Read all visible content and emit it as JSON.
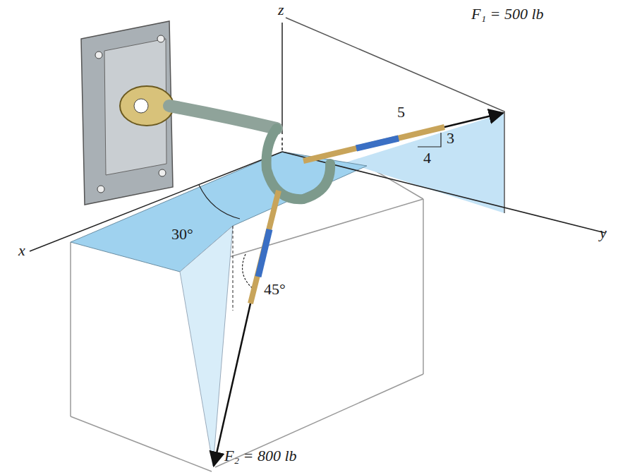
{
  "diagram": {
    "labels": [
      "z",
      "F₁ = 500 lb",
      "5",
      "3",
      "4",
      "30°",
      "x",
      "y",
      "45°",
      "F₂ = 800 lb"
    ]
  }
}
